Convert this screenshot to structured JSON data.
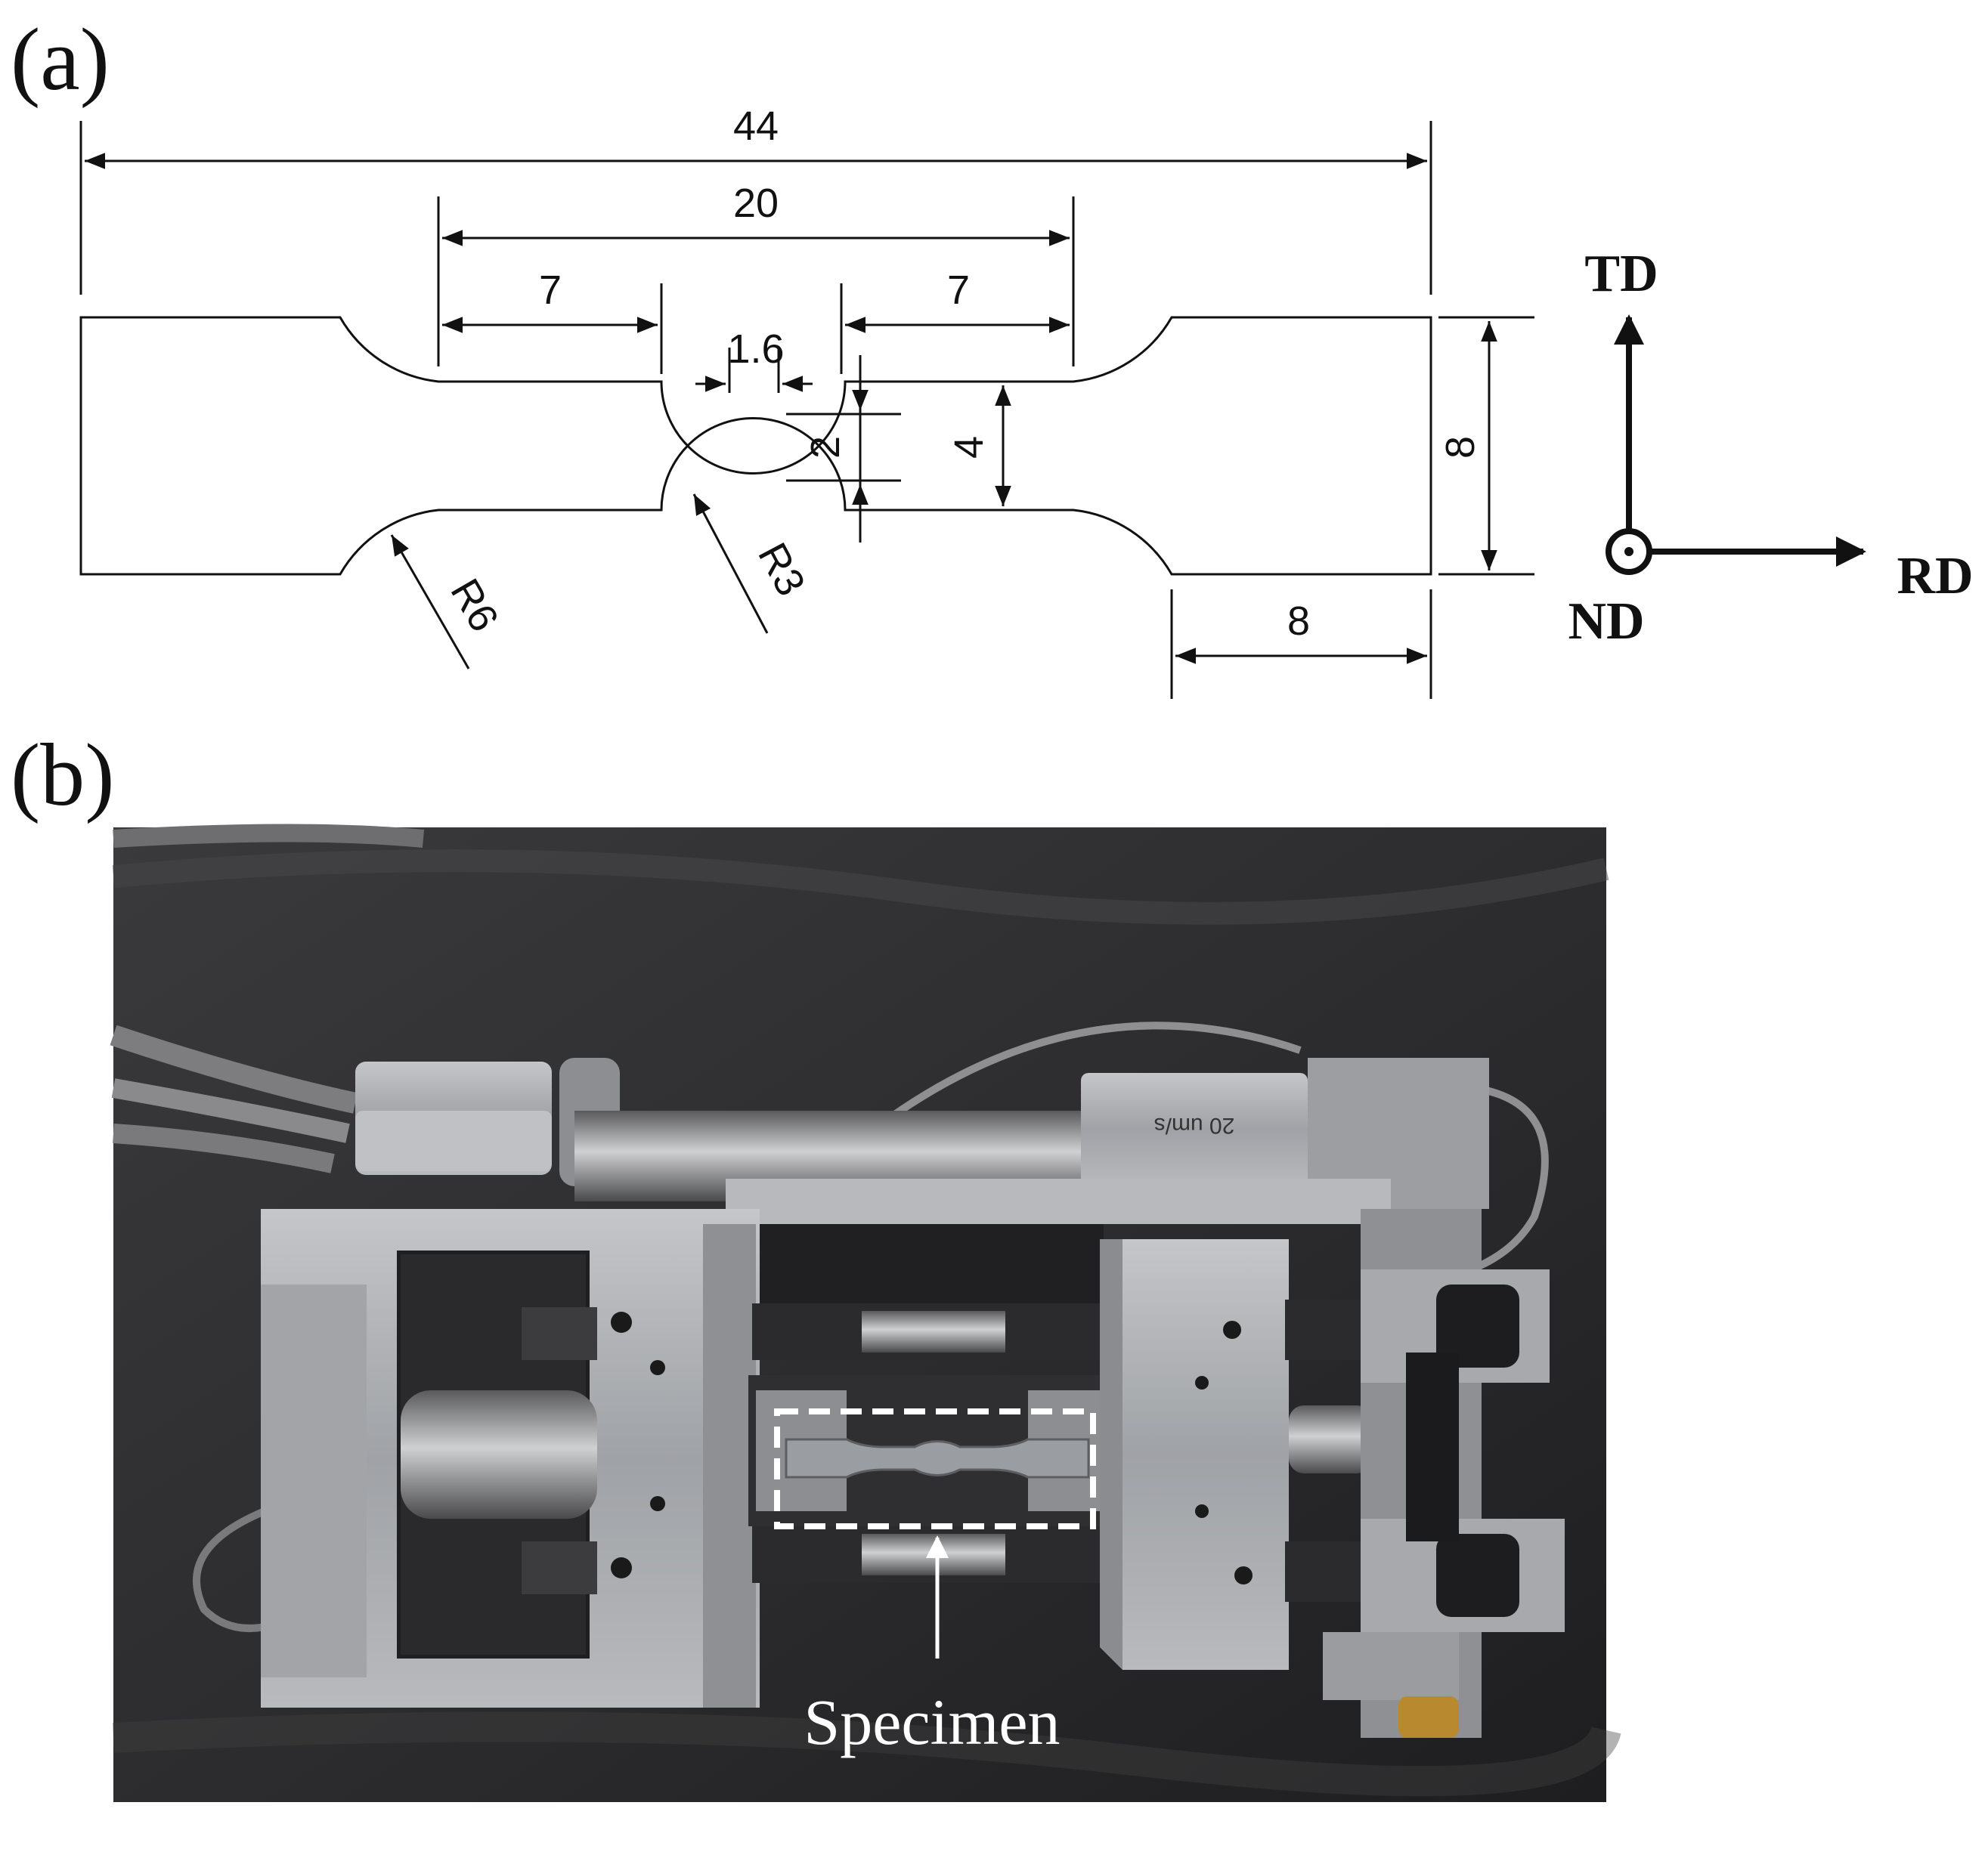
{
  "panel_a": {
    "label": "(a)",
    "dimensions": {
      "total_length": "44",
      "reduced_length": "20",
      "left_section": "7",
      "right_section": "7",
      "notch_width": "1.6",
      "notch_depth": "2",
      "gauge_width": "4",
      "grip_width": "8",
      "grip_length": "8",
      "large_radius": "R6",
      "notch_radius": "R3"
    },
    "axes": {
      "td": "TD",
      "rd": "RD",
      "nd": "ND"
    }
  },
  "panel_b": {
    "label": "(b)",
    "callout": "Specimen",
    "photo_caption_on_motor": "20 um/s"
  },
  "colors": {
    "line": "#111111",
    "photo_background": "#2e2e30",
    "metal": "#a7a9ac",
    "dashed_box": "#ffffff"
  }
}
